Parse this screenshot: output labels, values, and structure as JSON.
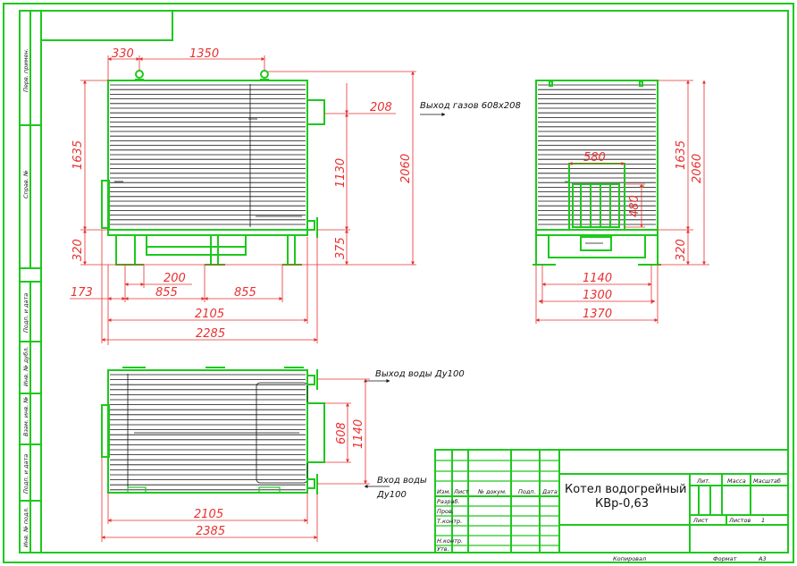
{
  "frame": {
    "side_labels": [
      "Перв. примен.",
      "Справ. №",
      "Подп. и дата",
      "Инв. № дубл.",
      "Взам. инв. №",
      "Подп. и дата",
      "Инв. № подл."
    ]
  },
  "views": {
    "front": {
      "dims": [
        "330",
        "1350",
        "208",
        "1635",
        "1130",
        "2060",
        "320",
        "375",
        "200",
        "173",
        "855",
        "855",
        "2105",
        "2285"
      ],
      "note_gas": "Выход газов 608х208"
    },
    "side": {
      "dims": [
        "580",
        "1635",
        "2060",
        "480",
        "320",
        "1140",
        "1300",
        "1370"
      ]
    },
    "top": {
      "dims": [
        "608",
        "1140",
        "2105",
        "2385"
      ],
      "note_out": "Выход воды Ду100",
      "note_in_1": "Вход воды",
      "note_in_2": "Ду100"
    }
  },
  "title_block": {
    "title_line1": "Котел водогрейный",
    "title_line2": "КВр-0,63",
    "col_izm": "Изм.",
    "col_list": "Лист",
    "col_doc": "№ докум.",
    "col_podp": "Подп.",
    "col_data": "Дата",
    "row_razrab": "Разраб.",
    "row_prov": "Пров.",
    "row_tkontr": "Т.контр.",
    "row_nkontr": "Н.контр.",
    "row_utv": "Утв.",
    "lit": "Лит.",
    "massa": "Масса",
    "masshtab": "Масштаб",
    "sheet_label": "Лист",
    "sheets_label": "Листов",
    "sheets_value": "1",
    "copied": "Копировал",
    "format_label": "Формат",
    "format_value": "А3"
  }
}
